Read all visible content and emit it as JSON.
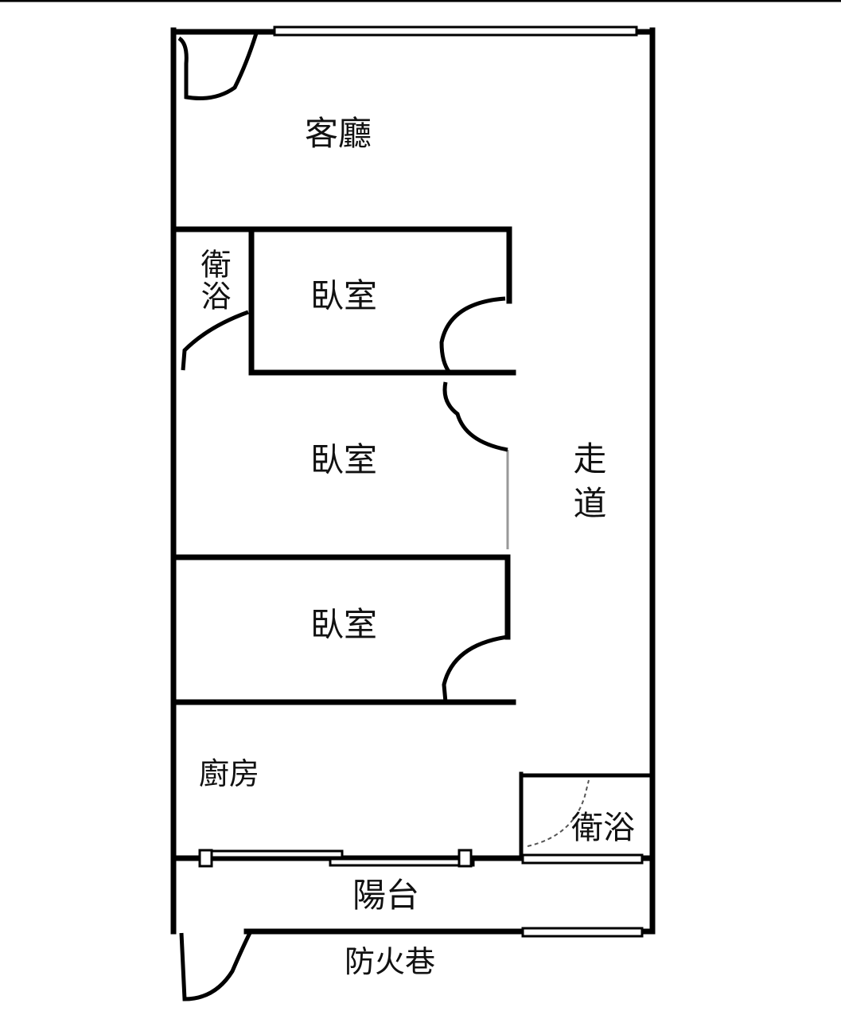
{
  "rooms": {
    "living_room": "客廳",
    "bathroom_1": "衛浴",
    "bedroom_1": "臥室",
    "bedroom_2": "臥室",
    "bedroom_3": "臥室",
    "corridor": "走道",
    "kitchen": "廚房",
    "bathroom_2": "衛浴",
    "balcony": "陽台",
    "fire_lane": "防火巷"
  },
  "colors": {
    "wall": "#000000",
    "background": "#ffffff"
  }
}
